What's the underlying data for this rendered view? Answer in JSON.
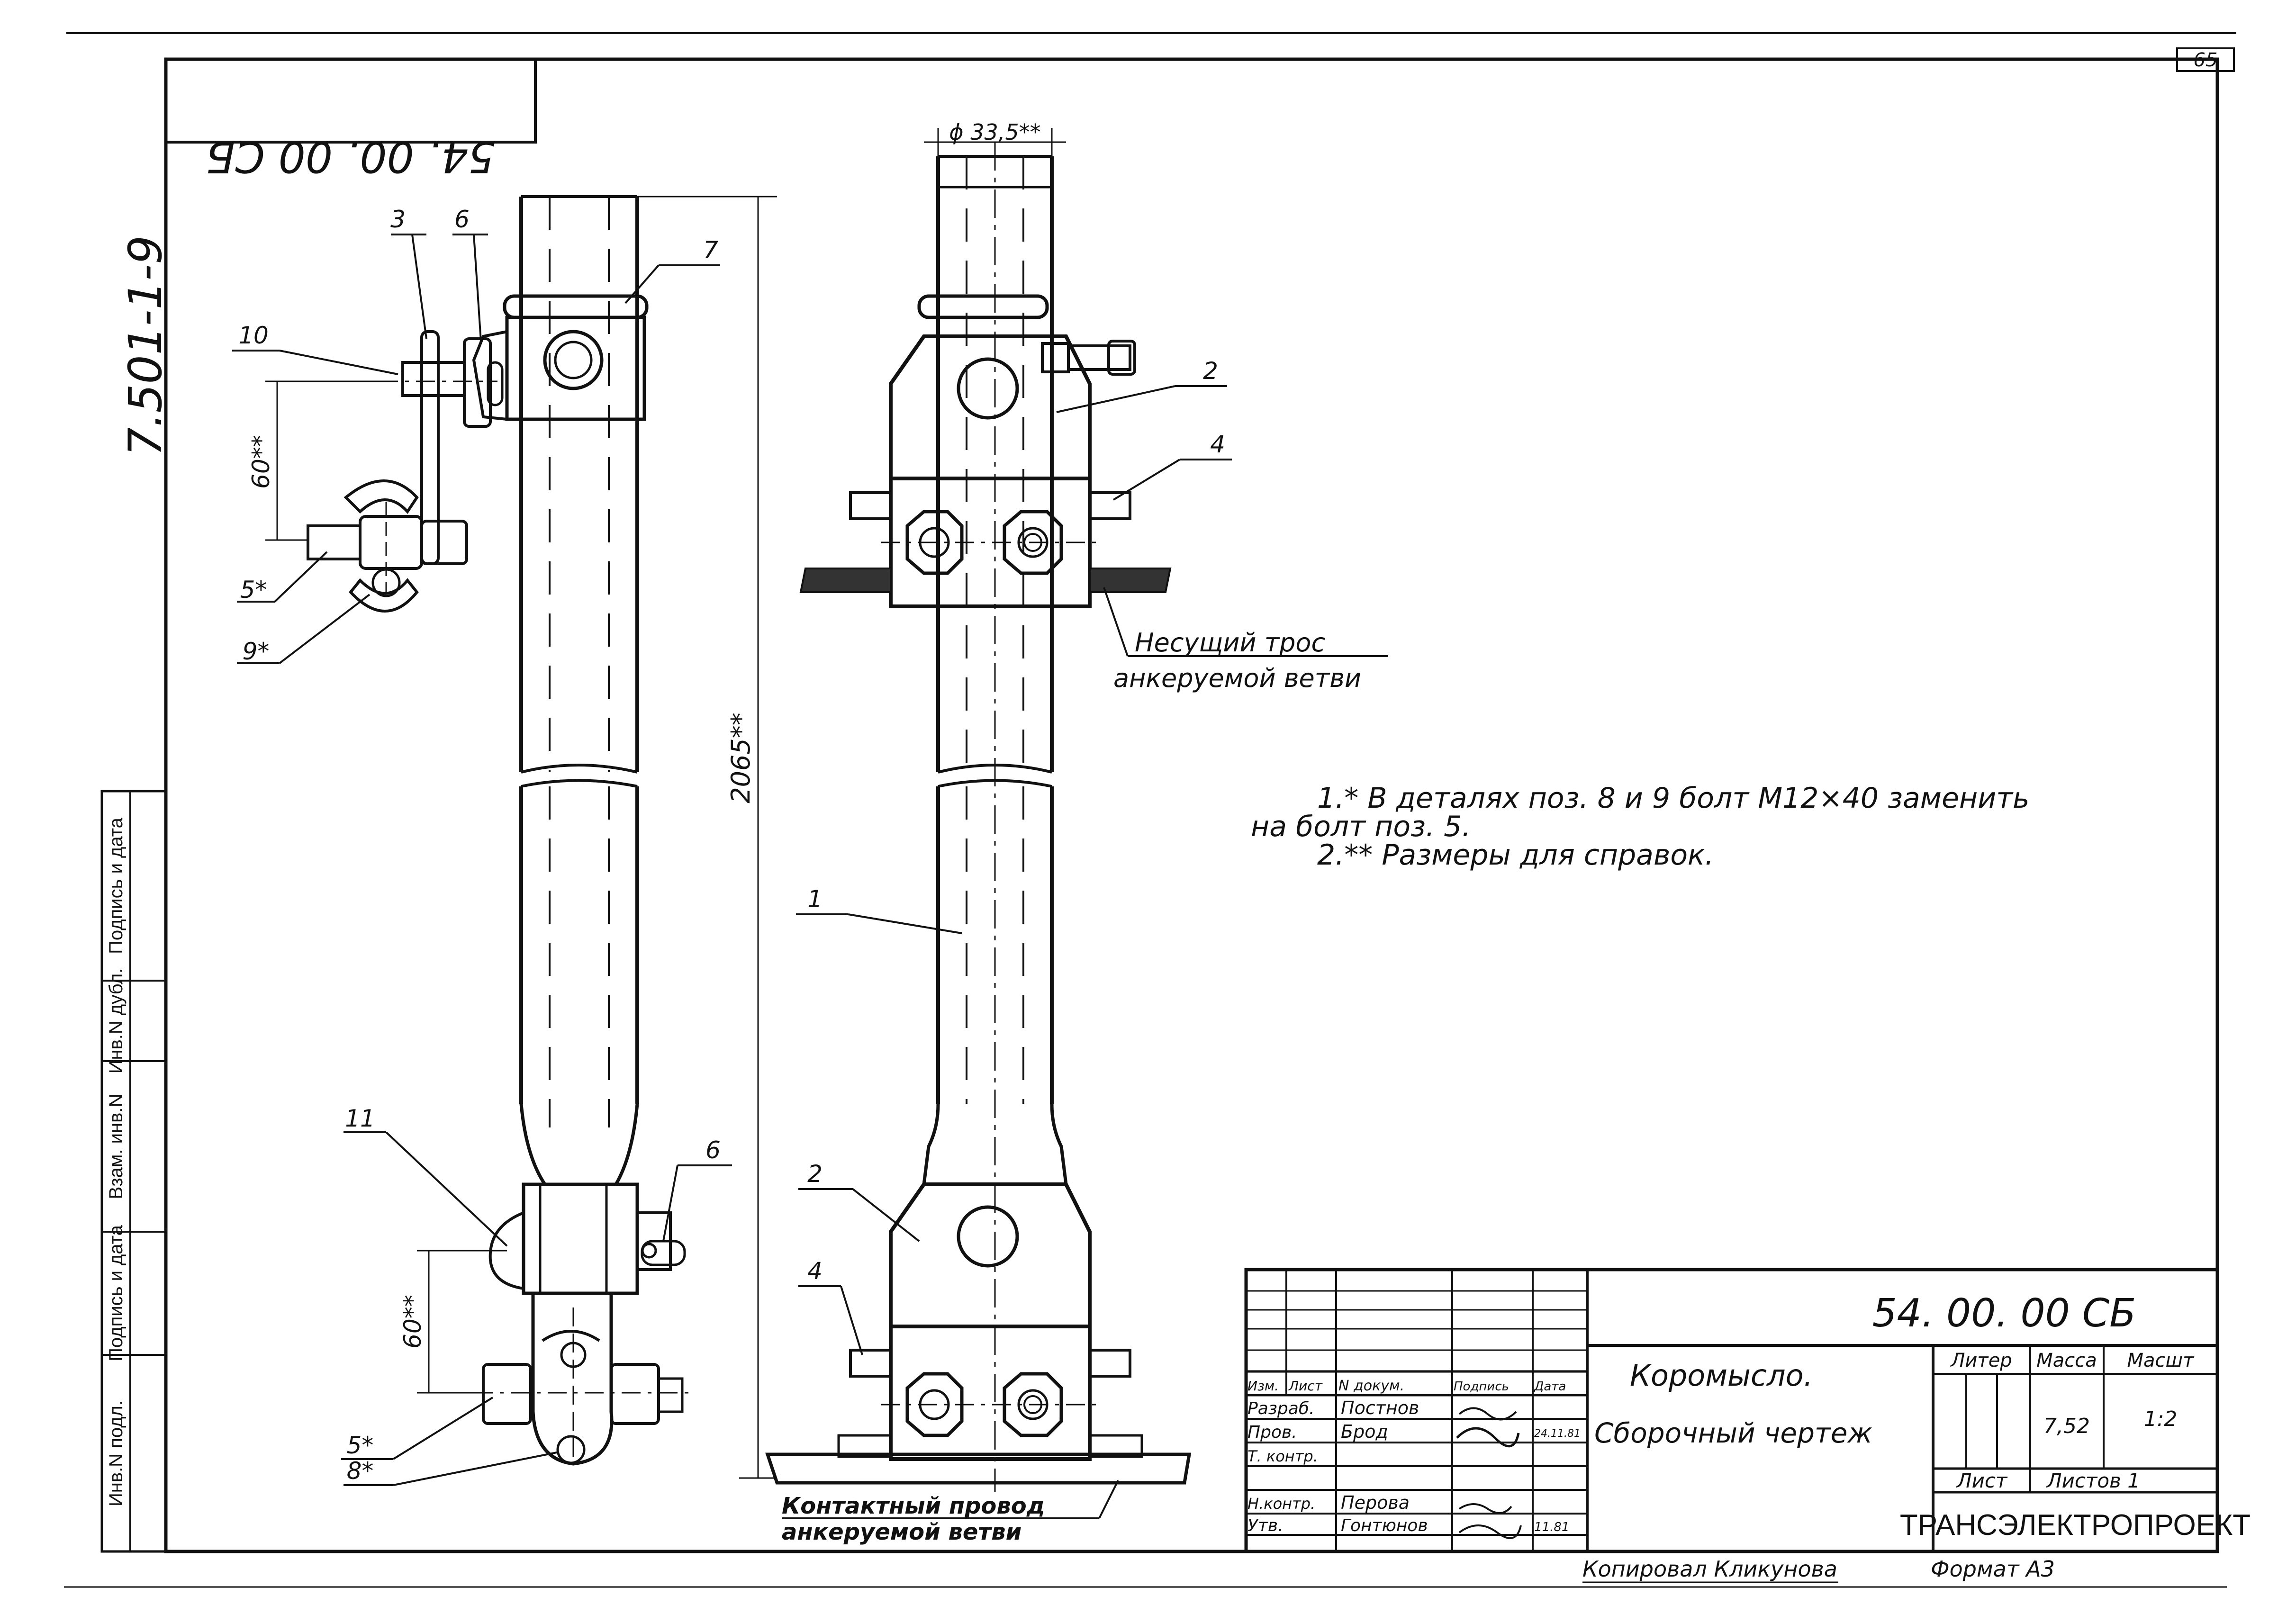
{
  "sheet": {
    "page_number": "65",
    "series_code": "7.501-1-9",
    "mirrored_code": "54. 00. 00 СБ"
  },
  "side_stamps": [
    "Инв.N подл.",
    "Подпись и дата",
    "Взам. инв.N",
    "Инв.N дубл.",
    "Подпись и дата"
  ],
  "side_view": {
    "positions": [
      "3",
      "6",
      "7",
      "10",
      "5*",
      "9*",
      "11",
      "6",
      "5*",
      "8*"
    ],
    "dim_upper": "60**",
    "dim_lower": "60**",
    "dim_total": "2065**"
  },
  "front_view": {
    "diameter": "ϕ 33,5**",
    "positions": [
      "2",
      "4",
      "1",
      "2",
      "4"
    ],
    "label_carrier_1": "Несущий трос",
    "label_carrier_2": "анкеруемой ветви",
    "label_contact_1": "Контактный провод",
    "label_contact_2": "анкеруемой ветви"
  },
  "notes": [
    "1.* В деталях поз. 8 и 9 болт М12×40 заменить",
    "на болт поз. 5.",
    "2.** Размеры для справок."
  ],
  "title_block": {
    "designation": "54. 00. 00 СБ",
    "name": "Коромысло.",
    "doc_type": "Сборочный чертеж",
    "col_litera": "Литер",
    "col_mass": "Масса",
    "col_scale": "Масшт",
    "mass": "7,52",
    "scale": "1:2",
    "sheet_label": "Лист",
    "sheets_label": "Листов 1",
    "organization": "ТРАНСЭЛЕКТРОПРОЕКТ",
    "header_row": [
      "Изм.",
      "Лист",
      "N докум.",
      "Подпись",
      "Дата"
    ],
    "rows": [
      {
        "role": "Разраб.",
        "name": "Постнов",
        "date": ""
      },
      {
        "role": "Пров.",
        "name": "Брод",
        "date": "24.11.81"
      },
      {
        "role": "Т. контр.",
        "name": "",
        "date": ""
      },
      {
        "role": "",
        "name": "",
        "date": ""
      },
      {
        "role": "Н.контр.",
        "name": "Перова",
        "date": ""
      },
      {
        "role": "Утв.",
        "name": "Гонтюнов",
        "date": "11.81"
      }
    ]
  },
  "footer": {
    "copied_by": "Копировал Кликунова",
    "format": "Формат А3"
  }
}
